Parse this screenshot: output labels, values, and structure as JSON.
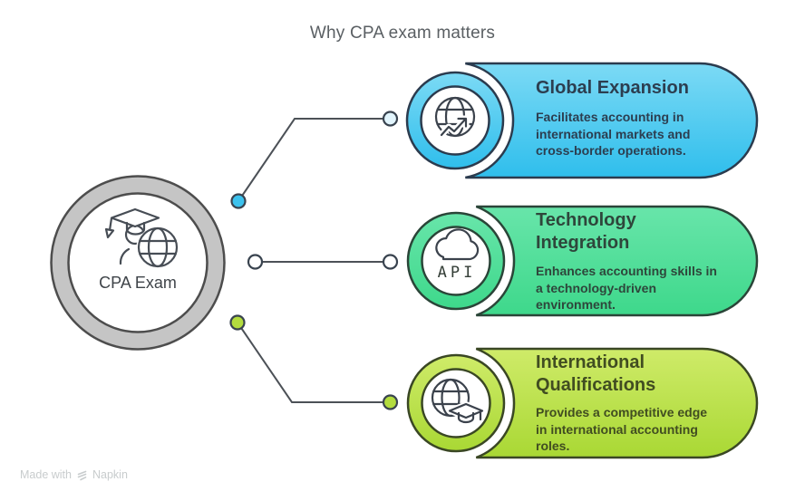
{
  "title": "Why CPA exam matters",
  "center": {
    "label": "CPA Exam",
    "icon": "graduate-with-globe-icon"
  },
  "cards": [
    {
      "id": "global-expansion",
      "title": "Global Expansion",
      "body": "Facilitates accounting in\ninternational markets and\ncross-border operations.",
      "icon": "globe-growth-arrow-icon",
      "colors": {
        "fill_top": "#7cdaf5",
        "fill_bottom": "#2fbeec",
        "border": "#2b3b4e",
        "text": "#2c3e50"
      }
    },
    {
      "id": "technology-integration",
      "title": "Technology\nIntegration",
      "body": "Enhances accounting skills in\na technology-driven\nenvironment.",
      "icon": "cloud-api-icon",
      "icon_label": "API",
      "colors": {
        "fill_top": "#68e5aa",
        "fill_bottom": "#3ed88b",
        "border": "#2a4538",
        "text": "#2e463b"
      }
    },
    {
      "id": "international-qualifications",
      "title": "International\nQualifications",
      "body": "Provides a competitive edge\nin international accounting\nroles.",
      "icon": "globe-graduation-cap-icon",
      "colors": {
        "fill_top": "#cfeb69",
        "fill_bottom": "#a9d834",
        "border": "#3a4724",
        "text": "#414d21"
      }
    }
  ],
  "connectors": [
    {
      "from": "center",
      "to": "global-expansion",
      "start_dot": "#3cc2ee",
      "end_dot": "#e2f5fd"
    },
    {
      "from": "center",
      "to": "technology-integration",
      "start_dot": "#ffffff",
      "end_dot": "#ffffff"
    },
    {
      "from": "center",
      "to": "international-qualifications",
      "start_dot": "#b3dc3e",
      "end_dot": "#b3dc3e"
    }
  ],
  "palette": {
    "background": "#ffffff",
    "center_ring": "#c5c5c5",
    "line": "#4c5157",
    "icon_stroke": "#3b424c",
    "title_text": "#5a5f63",
    "watermark_text": "#c8cccd"
  },
  "watermark": {
    "prefix": "Made with",
    "brand": "Napkin"
  }
}
